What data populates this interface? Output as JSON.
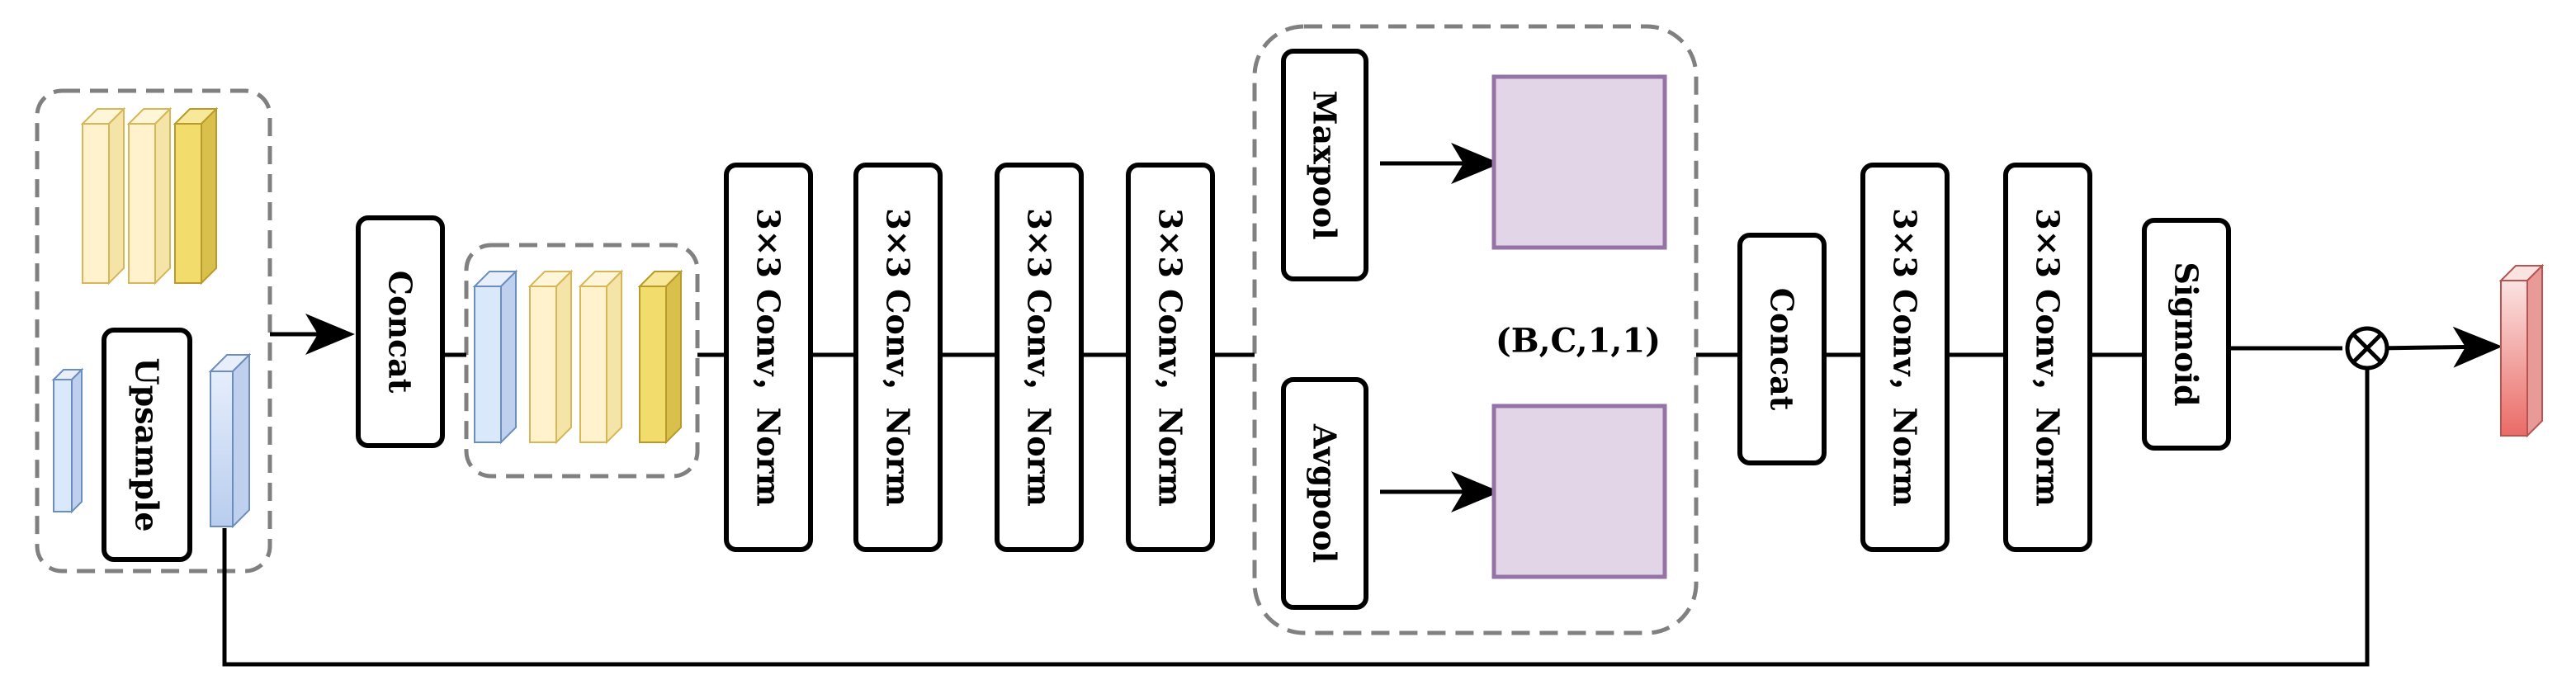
{
  "labels": {
    "upsample": "Upsample",
    "concat_1": "Concat",
    "conv_1": "3×3 Conv，Norm",
    "conv_2": "3×3 Conv，Norm",
    "conv_3": "3×3 Conv，Norm",
    "conv_4": "3×3 Conv，Norm",
    "maxpool": "Maxpool",
    "avgpool": "Avgpool",
    "pool_shape": "(B,C,1,1)",
    "concat_2": "Concat",
    "conv_5": "3×3 Conv，Norm",
    "conv_6": "3×3 Conv，Norm",
    "sigmoid": "Sigmoid"
  },
  "colors": {
    "blue_face": "#dae8fc",
    "blue_stroke": "#6c8ebf",
    "light_yellow_face": "#fff2cc",
    "light_yellow_stroke": "#d6b656",
    "yellow_face": "#f2dc6b",
    "red_face": "#f8cecc",
    "red_stroke": "#b85450",
    "pool_fill": "#e1d5e7",
    "pool_stroke": "#9673a6"
  }
}
